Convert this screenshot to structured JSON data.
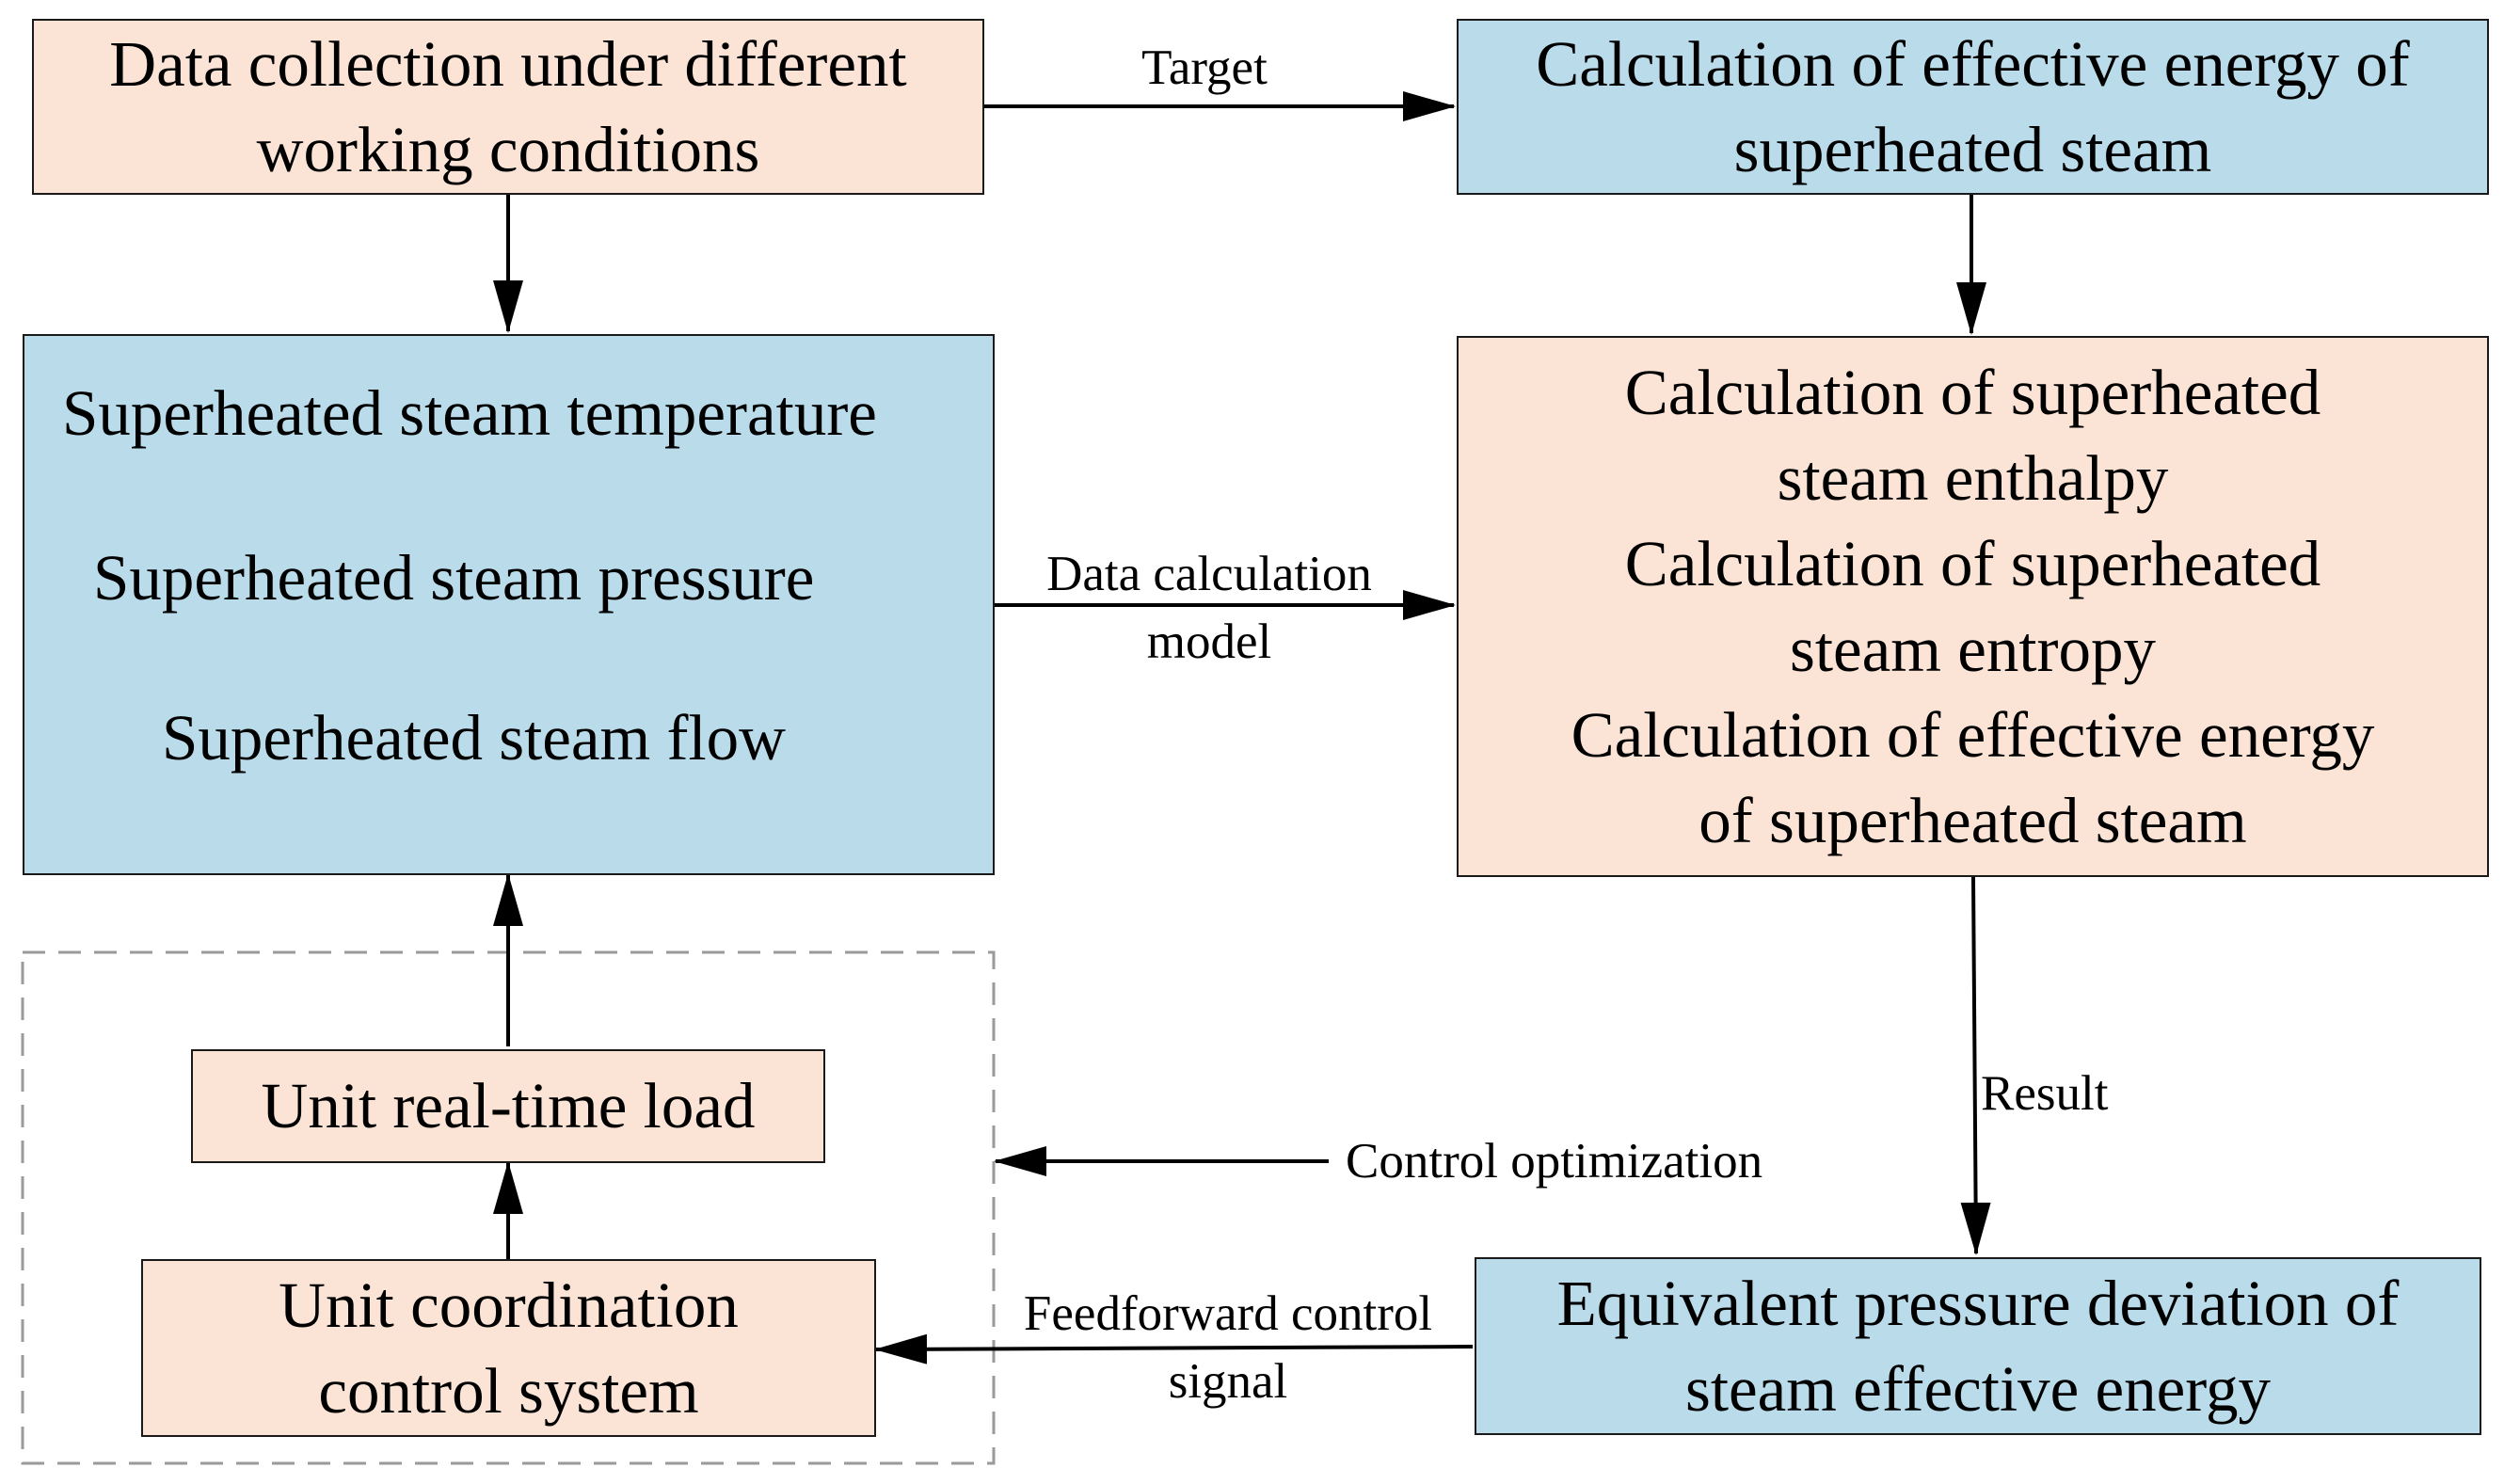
{
  "boxes": {
    "data_collection": {
      "lines": [
        "Data collection under different",
        "working conditions"
      ],
      "color": "#fbe4d5"
    },
    "effective_energy_calc": {
      "lines": [
        "Calculation of effective energy of",
        "superheated steam"
      ],
      "color": "#b9dbea"
    },
    "steam_params": {
      "lines": [
        "Superheated steam temperature",
        "Superheated steam pressure",
        "Superheated steam flow"
      ],
      "color": "#b9dbea"
    },
    "calculations": {
      "lines": [
        "Calculation of superheated",
        "steam enthalpy",
        "Calculation of superheated",
        "steam entropy",
        "Calculation of effective energy",
        "of superheated steam"
      ],
      "color": "#fbe4d5"
    },
    "realtime_load": {
      "lines": [
        "Unit real-time load"
      ],
      "color": "#fbe4d5"
    },
    "coordination": {
      "lines": [
        "Unit coordination",
        "control system"
      ],
      "color": "#fbe4d5"
    },
    "pressure_deviation": {
      "lines": [
        "Equivalent pressure deviation of",
        "steam effective energy"
      ],
      "color": "#b9dbea"
    }
  },
  "edge_labels": {
    "target": "Target",
    "data_calc_1": "Data calculation",
    "data_calc_2": "model",
    "result": "Result",
    "control_opt": "Control optimization",
    "feedforward_1": "Feedforward control",
    "feedforward_2": "signal"
  }
}
